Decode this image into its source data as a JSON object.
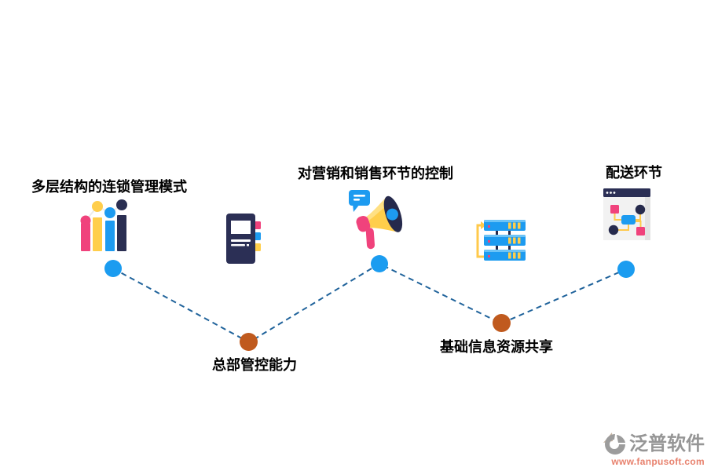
{
  "diagram": {
    "nodes": [
      {
        "id": "chain-management-model",
        "label": "多层结构的连锁管理模式",
        "icon": "bar-chart-icon",
        "row": "top"
      },
      {
        "id": "hq-control-ability",
        "label": "总部管控能力",
        "icon": "notebook-icon",
        "row": "bottom"
      },
      {
        "id": "marketing-sales-control",
        "label": "对营销和销售环节的控制",
        "icon": "megaphone-icon",
        "row": "top"
      },
      {
        "id": "basic-info-sharing",
        "label": "基础信息资源共享",
        "icon": "server-icon",
        "row": "bottom"
      },
      {
        "id": "delivery-link",
        "label": "配送环节",
        "icon": "browser-flowchart-icon",
        "row": "top"
      }
    ],
    "colors": {
      "dot_top": "#1b9cf0",
      "dot_bottom": "#c05a1e",
      "connector_line": "#20639b",
      "accent_pink": "#f0427c",
      "accent_yellow": "#ffce4b",
      "accent_blue": "#1d9bf0",
      "accent_navy": "#2a2e52"
    }
  },
  "watermark": {
    "brand": "泛普软件",
    "url": "www.fanpusoft.com"
  }
}
